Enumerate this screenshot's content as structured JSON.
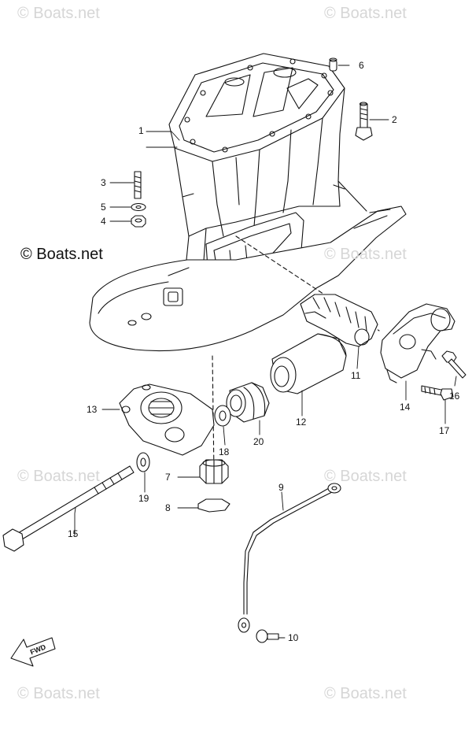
{
  "watermark": {
    "text": "© Boats.net",
    "prominent_text": "© Boats.net",
    "faint_color": "#d6d6d6",
    "dark_color": "#111111"
  },
  "callouts": [
    "1",
    "2",
    "3",
    "4",
    "5",
    "6",
    "7",
    "8",
    "9",
    "10",
    "11",
    "12",
    "13",
    "14",
    "15",
    "16",
    "17",
    "18",
    "19",
    "20"
  ],
  "fwd_label": "FWD",
  "colors": {
    "line": "#111111",
    "background": "#ffffff"
  }
}
